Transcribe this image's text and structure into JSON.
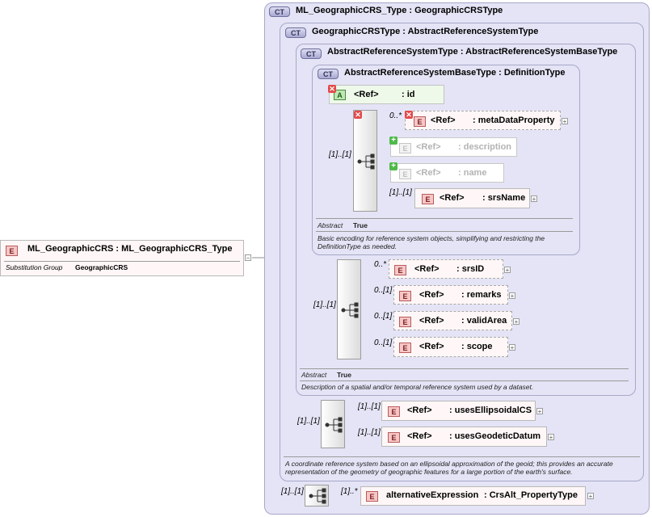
{
  "root": {
    "badge": "E",
    "name": "ML_GeographicCRS",
    "sep": ":",
    "type": "ML_GeographicCRS_Type",
    "subst_label": "Substitution Group",
    "subst_value": "GeographicCRS"
  },
  "ct1": {
    "badge": "CT",
    "title": "ML_GeographicCRS_Type : GeographicCRSType"
  },
  "ct2": {
    "badge": "CT",
    "title": "GeographicCRSType : AbstractReferenceSystemType"
  },
  "ct3": {
    "badge": "CT",
    "title": "AbstractReferenceSystemType : AbstractReferenceSystemBaseType"
  },
  "ct4": {
    "badge": "CT",
    "title": "AbstractReferenceSystemBaseType : DefinitionType"
  },
  "ct4_attr": {
    "badge": "A",
    "ref": "<Ref>",
    "name": ": id"
  },
  "ct4_elements": [
    {
      "card": "0..*",
      "badge": "E",
      "ref": "<Ref>",
      "name": ": metaDataProperty"
    },
    {
      "card": "",
      "badge": "E",
      "ref": "<Ref>",
      "name": ": description"
    },
    {
      "card": "",
      "badge": "E",
      "ref": "<Ref>",
      "name": ": name"
    },
    {
      "card": "[1]..[1]",
      "badge": "E",
      "ref": "<Ref>",
      "name": ": srsName"
    }
  ],
  "ct4_seq_card": "[1]..[1]",
  "ct4_abstract_label": "Abstract",
  "ct4_abstract_value": "True",
  "ct4_doc": "Basic encoding for reference system objects, simplifying and restricting the DefinitionType as needed.",
  "ct3_elements": [
    {
      "card": "0..*",
      "badge": "E",
      "ref": "<Ref>",
      "name": ": srsID"
    },
    {
      "card": "0..[1]",
      "badge": "E",
      "ref": "<Ref>",
      "name": ": remarks"
    },
    {
      "card": "0..[1]",
      "badge": "E",
      "ref": "<Ref>",
      "name": ": validArea"
    },
    {
      "card": "0..[1]",
      "badge": "E",
      "ref": "<Ref>",
      "name": ": scope"
    }
  ],
  "ct3_seq_card": "[1]..[1]",
  "ct3_abstract_label": "Abstract",
  "ct3_abstract_value": "True",
  "ct3_doc": "Description of a spatial and/or temporal reference system used by a dataset.",
  "ct2_elements": [
    {
      "card": "[1]..[1]",
      "badge": "E",
      "ref": "<Ref>",
      "name": ": usesEllipsoidalCS"
    },
    {
      "card": "[1]..[1]",
      "badge": "E",
      "ref": "<Ref>",
      "name": ": usesGeodeticDatum"
    }
  ],
  "ct2_seq_card": "[1]..[1]",
  "ct2_doc": "A coordinate reference system based on an ellipsoidal approximation of the geoid; this provides an accurate representation of the geometry of geographic features for a large portion of the earth's surface.",
  "ct1_element": {
    "card": "[1]..*",
    "badge": "E",
    "name": "alternativeExpression",
    "type": ": CrsAlt_PropertyType"
  },
  "ct1_seq_card": "[1]..[1]",
  "icons": {
    "expand": "plus-icon",
    "sequence": "sequence-icon",
    "prohibited": "cross-mark-icon",
    "added": "green-plus-icon"
  },
  "colors": {
    "complex_type_bg": "#e4e4f6",
    "element_bg": "#fff7f7",
    "element_badge": "#f7c6c6",
    "attribute_badge": "#bde8b3",
    "attribute_bg": "#eef9ea"
  }
}
